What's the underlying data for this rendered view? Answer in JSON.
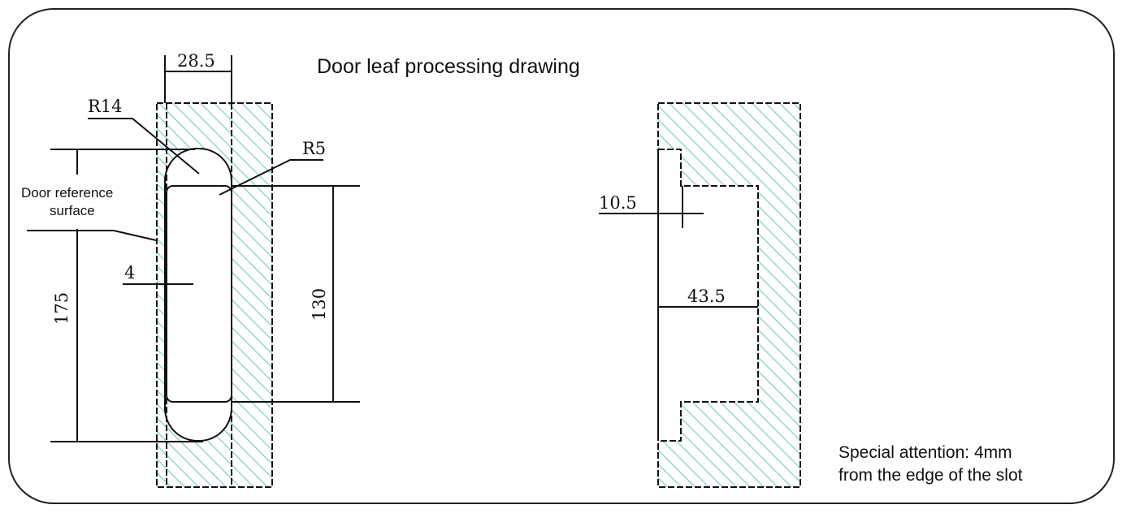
{
  "title": "Door leaf processing drawing",
  "left_view": {
    "dim_width": "28.5",
    "radius_large": "R14",
    "radius_small": "R5",
    "reference_label_line1": "Door reference",
    "reference_label_line2": "surface",
    "dim_offset": "4",
    "dim_total_height": "175",
    "dim_inner_height": "130"
  },
  "right_view": {
    "dim_depth_shallow": "10.5",
    "dim_depth_deep": "43.5"
  },
  "note_line1": "Special attention: 4mm",
  "note_line2": "from the edge of the slot",
  "colors": {
    "hatch": "#7fcfcb",
    "line": "#111111"
  }
}
